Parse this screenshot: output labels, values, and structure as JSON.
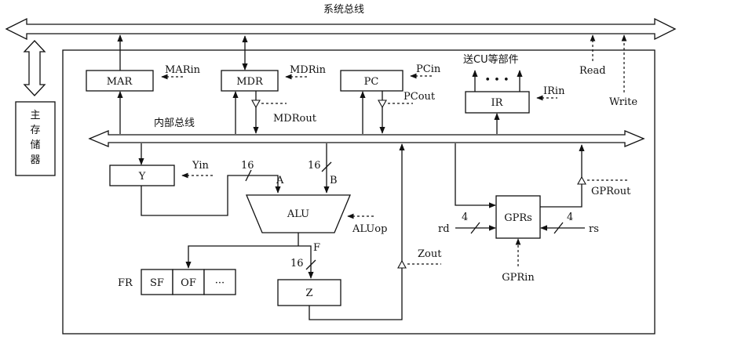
{
  "labels": {
    "system_bus": "系统总线",
    "internal_bus": "内部总线",
    "main_memory": [
      "主",
      "存",
      "储",
      "器"
    ],
    "to_cu": "送CU等部件",
    "dots": "• • •",
    "fr": "FR",
    "fr_cells": [
      "SF",
      "OF",
      "···"
    ]
  },
  "registers": {
    "mar": "MAR",
    "mdr": "MDR",
    "pc": "PC",
    "ir": "IR",
    "y": "Y",
    "z": "Z",
    "gprs": "GPRs",
    "alu": "ALU"
  },
  "signals": {
    "marin": "MARin",
    "mdrin": "MDRin",
    "mdrout": "MDRout",
    "pcin": "PCin",
    "pcout": "PCout",
    "irin": "IRin",
    "read": "Read",
    "write": "Write",
    "yin": "Yin",
    "aluop": "ALUop",
    "zout": "Zout",
    "gprout": "GPRout",
    "gprin": "GPRin",
    "rd": "rd",
    "rs": "rs"
  },
  "ports": {
    "a": "A",
    "b": "B",
    "f": "F"
  },
  "widths": {
    "a": "16",
    "b": "16",
    "f": "16",
    "rd": "4",
    "rs": "4"
  }
}
